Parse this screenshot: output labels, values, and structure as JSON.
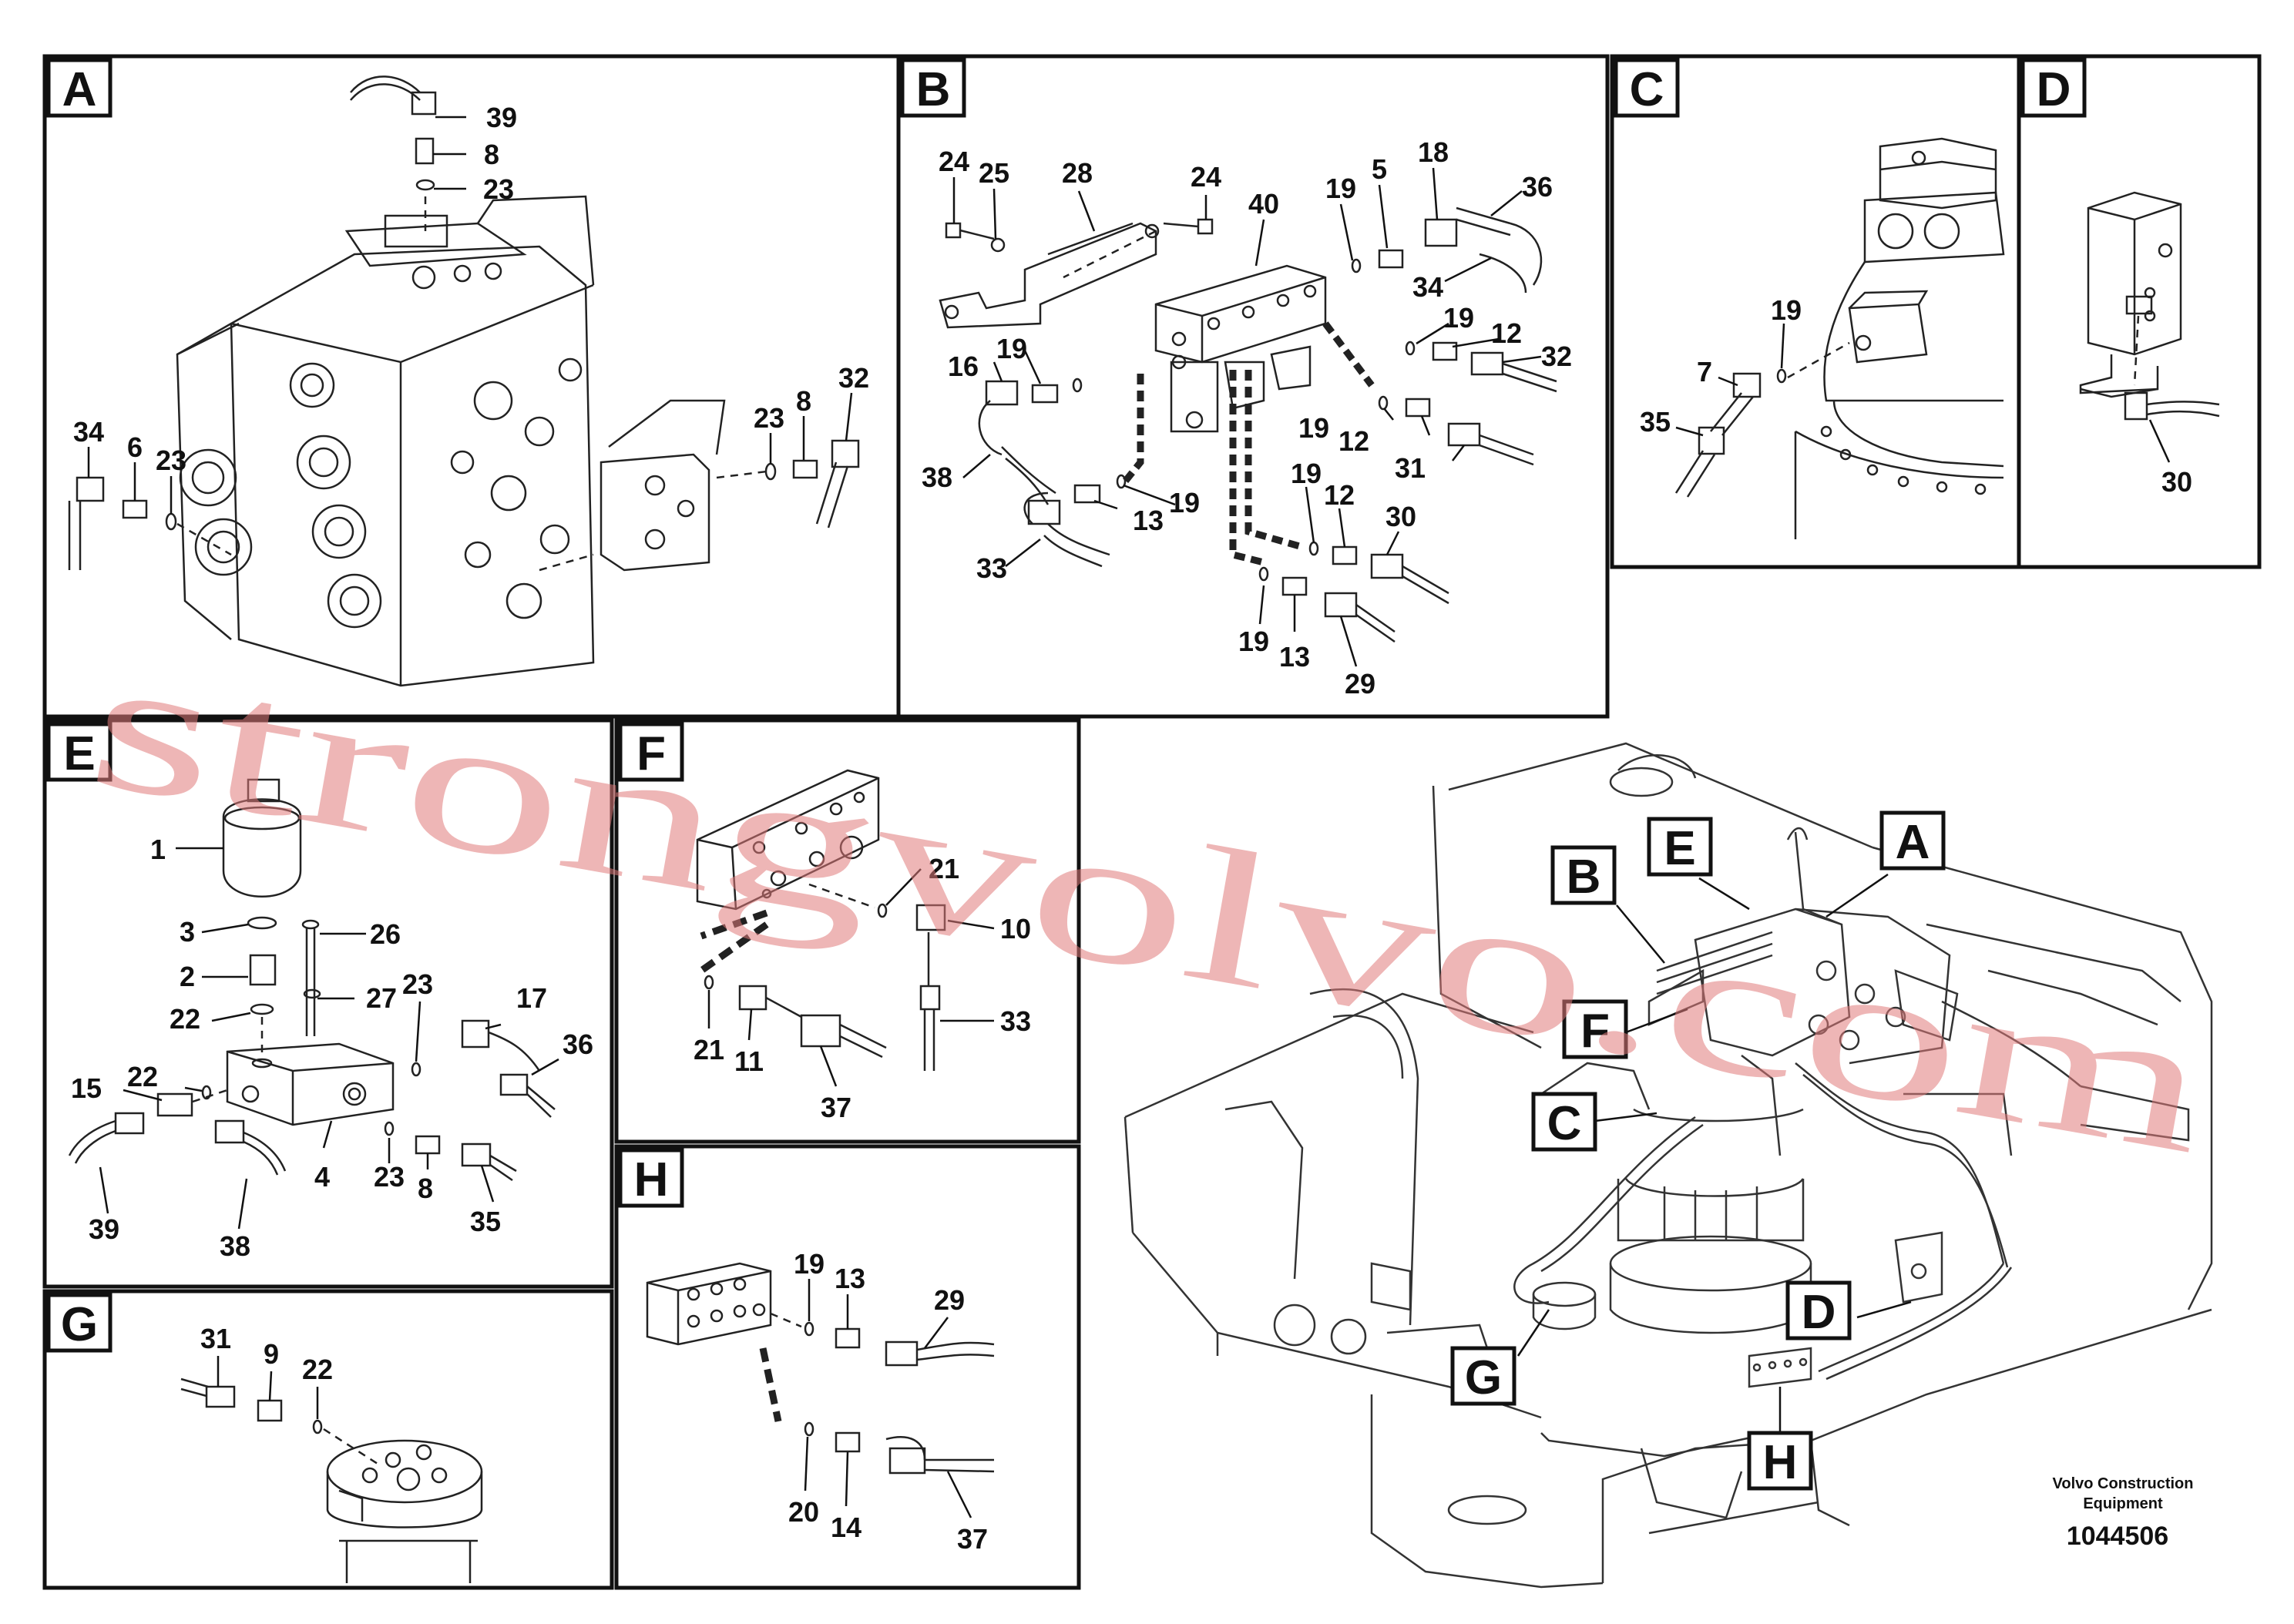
{
  "panels": {
    "A": {
      "letter": "A",
      "callouts": [
        "39",
        "8",
        "23",
        "34",
        "6",
        "23",
        "23",
        "8",
        "32"
      ]
    },
    "B": {
      "letter": "B",
      "callouts": [
        "24",
        "25",
        "28",
        "24",
        "40",
        "19",
        "5",
        "18",
        "36",
        "34",
        "19",
        "12",
        "32",
        "16",
        "19",
        "19",
        "12",
        "31",
        "38",
        "13",
        "19",
        "19",
        "12",
        "30",
        "33",
        "19",
        "13",
        "29"
      ]
    },
    "C": {
      "letter": "C",
      "callouts": [
        "19",
        "7",
        "35"
      ]
    },
    "D": {
      "letter": "D",
      "callouts": [
        "30"
      ]
    },
    "E": {
      "letter": "E",
      "callouts": [
        "1",
        "3",
        "26",
        "2",
        "23",
        "22",
        "27",
        "17",
        "36",
        "22",
        "15",
        "4",
        "23",
        "8",
        "35",
        "39",
        "38"
      ]
    },
    "F": {
      "letter": "F",
      "callouts": [
        "21",
        "10",
        "33",
        "21",
        "11",
        "37"
      ]
    },
    "G": {
      "letter": "G",
      "callouts": [
        "31",
        "9",
        "22"
      ]
    },
    "H": {
      "letter": "H",
      "callouts": [
        "19",
        "13",
        "29",
        "20",
        "14",
        "37"
      ]
    }
  },
  "overview": {
    "labels": [
      "B",
      "E",
      "A",
      "F",
      "C",
      "G",
      "D",
      "H"
    ]
  },
  "footer": {
    "credit_line1": "Volvo Construction",
    "credit_line2": "Equipment",
    "doc_number": "1044506"
  },
  "watermark": "strongvolvo.com",
  "colors": {
    "ink": "#111111",
    "watermark": "#e07a7a",
    "background": "#ffffff"
  }
}
